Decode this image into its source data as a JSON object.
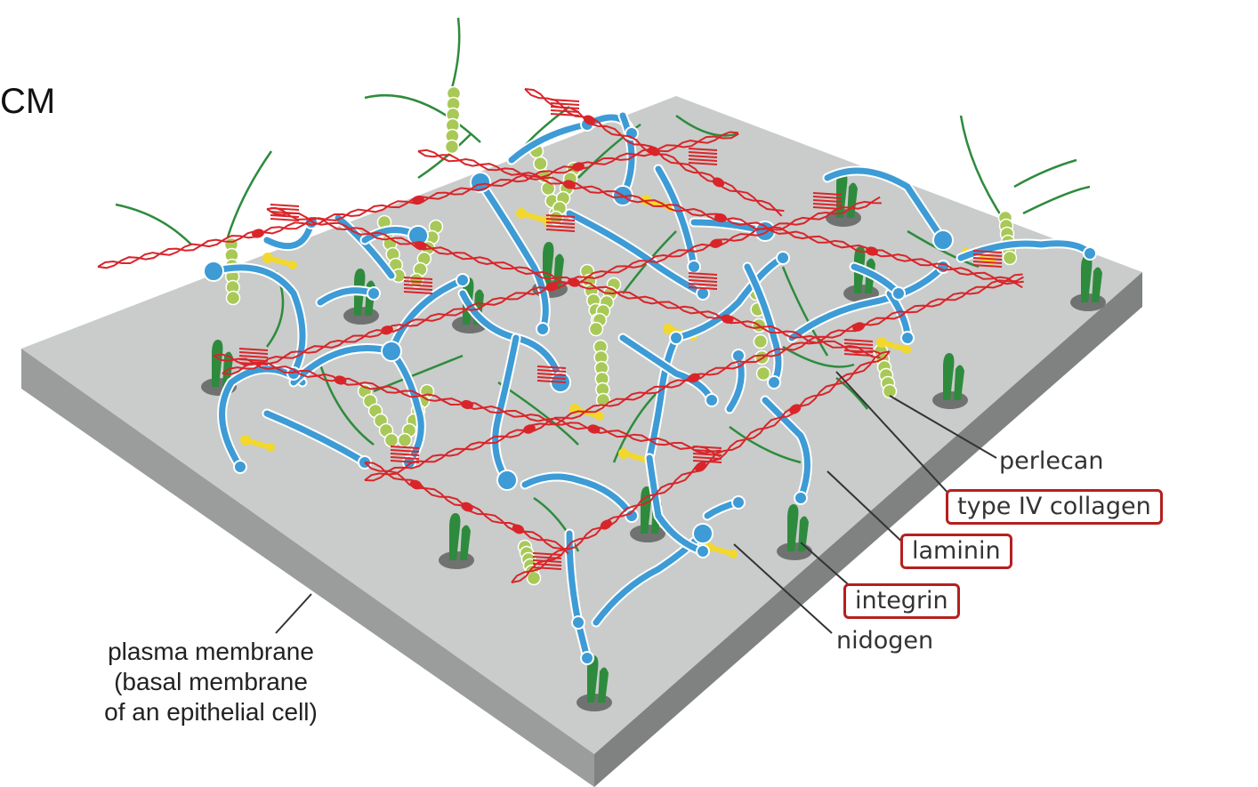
{
  "figure": {
    "title_fragment": "CM",
    "labels": {
      "perlecan": "perlecan",
      "type_iv_collagen": "type IV collagen",
      "laminin": "laminin",
      "integrin": "integrin",
      "nidogen": "nidogen"
    },
    "membrane_label": {
      "line1": "plasma membrane",
      "line2": "(basal membrane",
      "line3": "of an epithelial cell)"
    },
    "highlighted": [
      "type IV collagen",
      "laminin",
      "integrin"
    ],
    "colors": {
      "collagen": "#d9252a",
      "laminin": "#3d9bd6",
      "integrin": "#2e8b3d",
      "perlecan": "#a8c957",
      "nidogen": "#f2d82c",
      "membrane_top": "#c9ccca",
      "highlight_box": "#b5201e"
    }
  }
}
